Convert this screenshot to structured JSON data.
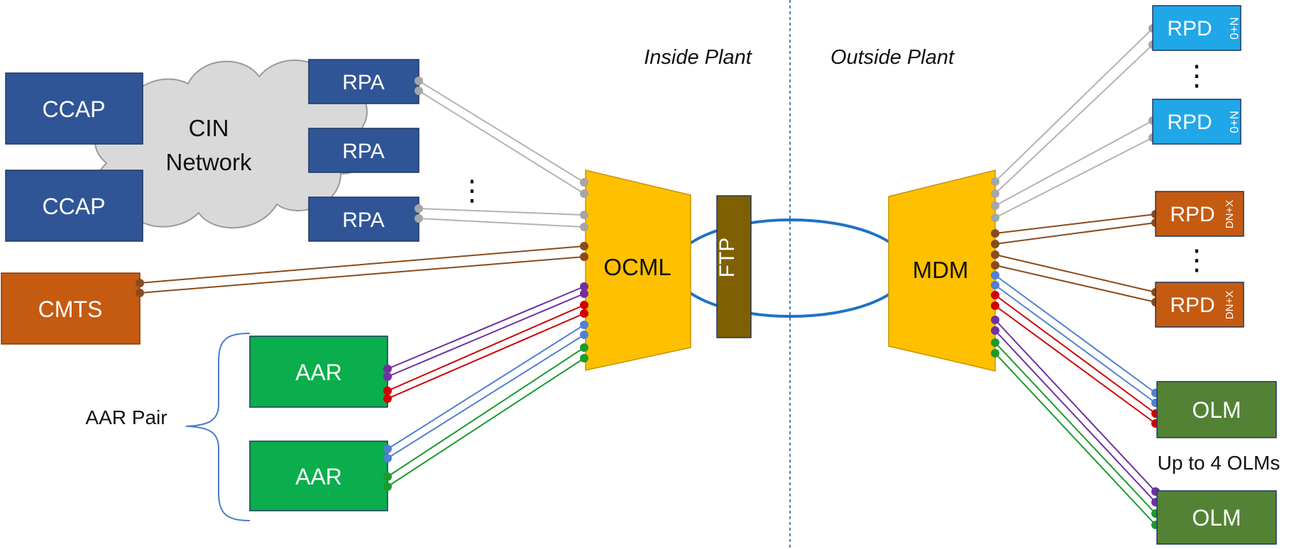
{
  "labels": {
    "ccap_1": "CCAP",
    "ccap_2": "CCAP",
    "cin_line1": "CIN",
    "cin_line2": "Network",
    "rpa_1": "RPA",
    "rpa_2": "RPA",
    "rpa_3": "RPA",
    "cmts": "CMTS",
    "aar_1": "AAR",
    "aar_2": "AAR",
    "aar_pair": "AAR Pair",
    "ocml": "OCML",
    "ftp": "FTP",
    "mdm": "MDM",
    "inside_plant": "Inside Plant",
    "outside_plant": "Outside Plant",
    "rpd_1": "RPD",
    "rpd_1_sub": "N+0",
    "rpd_2": "RPD",
    "rpd_2_sub": "N+0",
    "rpd_3": "RPD",
    "rpd_3_sub": "DN+X",
    "rpd_4": "RPD",
    "rpd_4_sub": "DN+X",
    "olm_1": "OLM",
    "olm_2": "OLM",
    "olm_note": "Up to 4 OLMs",
    "ellipsis_rpa": "⋮",
    "ellipsis_rpd_n0": "⋮",
    "ellipsis_rpd_dnx": "⋮"
  },
  "colors": {
    "ccap_rpa_blue": "#2f5597",
    "cmts_orange": "#c55a11",
    "aar_green": "#0aae4c",
    "olm_green": "#548235",
    "mux_yellow": "#ffc000",
    "ftp_brown": "#7f6000",
    "rpd_cyan": "#1fa7e8",
    "rpd_orange": "#c55a11",
    "cloud_gray": "#d9d9d9",
    "fiber_gray": "#b3b3b3",
    "fiber_brown": "#8a4b1c",
    "fiber_purple": "#7030a0",
    "fiber_red": "#d00000",
    "fiber_blue": "#4f81d0",
    "fiber_green": "#1a9b2a",
    "ring_blue": "#1f72c4",
    "divider_blue": "#4a7cc9"
  }
}
